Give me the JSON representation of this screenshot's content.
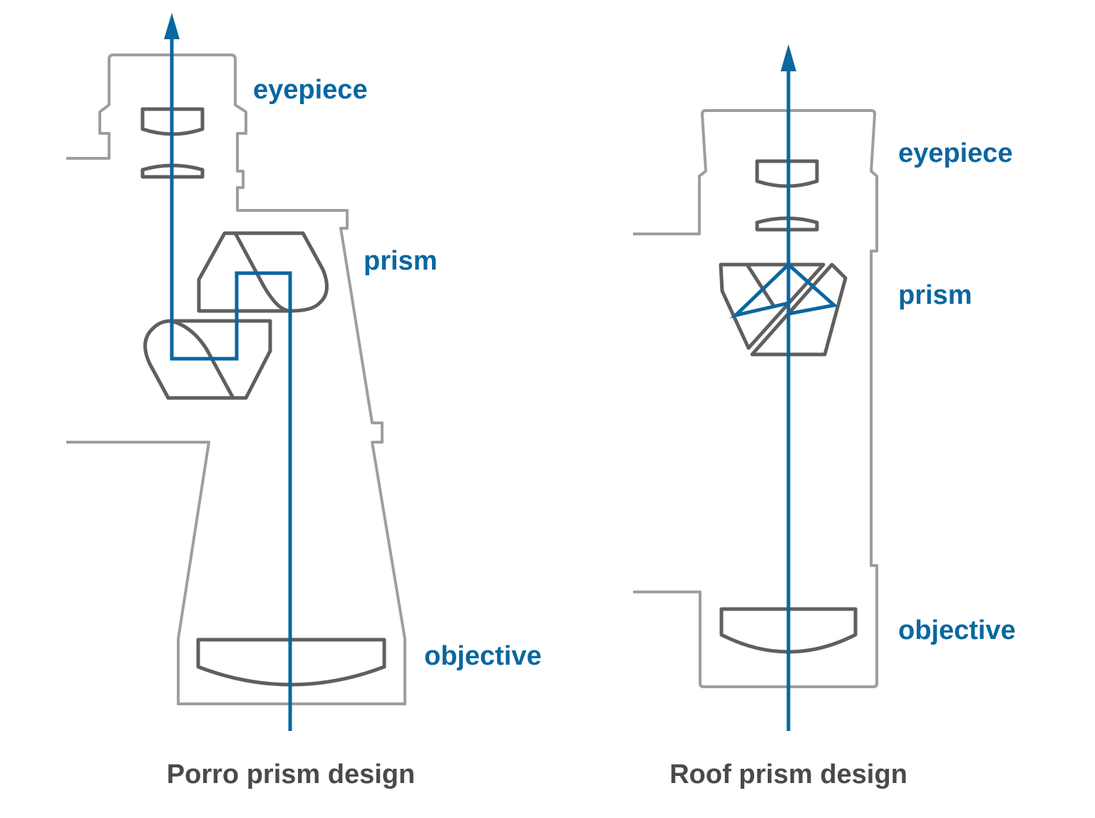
{
  "colors": {
    "housing": "#9e9e9e",
    "optics": "#5f5f5f",
    "ray": "#0a67a0",
    "caption": "#4a4a4a"
  },
  "porro": {
    "title": "Porro prism design",
    "labels": {
      "eyepiece": "eyepiece",
      "prism": "prism",
      "objective": "objective"
    }
  },
  "roof": {
    "title": "Roof prism design",
    "labels": {
      "eyepiece": "eyepiece",
      "prism": "prism",
      "objective": "objective"
    }
  }
}
